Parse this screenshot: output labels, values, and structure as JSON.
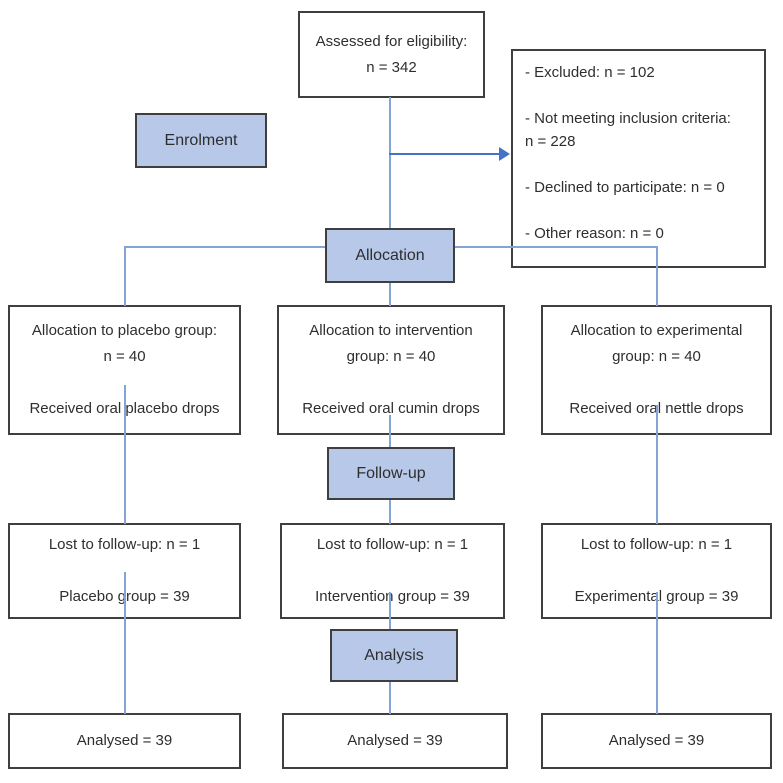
{
  "colors": {
    "stage_fill": "#b7c8e8",
    "box_border": "#3f3f3f",
    "connector": "#84a3d6",
    "arrow": "#4472c4",
    "text": "#2e2e2e"
  },
  "stages": {
    "enrolment": "Enrolment",
    "allocation": "Allocation",
    "followup": "Follow-up",
    "analysis": "Analysis"
  },
  "boxes": {
    "assessed": "Assessed for eligibility:\nn = 342",
    "excluded": "- Excluded: n = 102\n\n- Not meeting inclusion criteria:\nn = 228\n\n- Declined to participate: n = 0\n\n- Other reason: n = 0",
    "alloc_placebo": "Allocation to placebo group:\nn = 40\n\nReceived oral placebo drops",
    "alloc_intervention": "Allocation to intervention\ngroup: n = 40\n\nReceived oral cumin drops",
    "alloc_experimental": "Allocation to experimental\ngroup: n = 40\n\nReceived oral nettle drops",
    "lost_placebo": "Lost to follow-up: n = 1\n\nPlacebo group = 39",
    "lost_intervention": "Lost to follow-up: n = 1\n\nIntervention group = 39",
    "lost_experimental": "Lost to follow-up: n = 1\n\nExperimental group = 39",
    "analysed_placebo": "Analysed = 39",
    "analysed_intervention": "Analysed = 39",
    "analysed_experimental": "Analysed = 39"
  }
}
